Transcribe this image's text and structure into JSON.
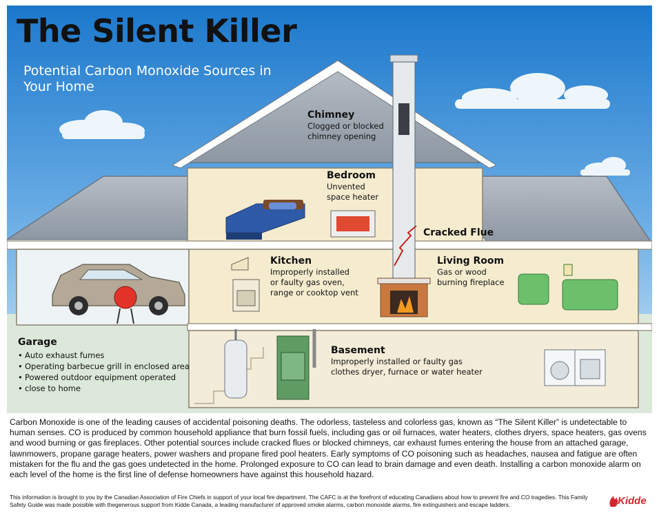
{
  "poster": {
    "title": "The Silent Killer",
    "subtitle": "Potential Carbon Monoxide Sources in Your Home"
  },
  "sources": {
    "chimney": {
      "heading": "Chimney",
      "detail_1": "Clogged or blocked",
      "detail_2": "chimney opening"
    },
    "bedroom": {
      "heading": "Bedroom",
      "detail_1": "Unvented",
      "detail_2": "space heater"
    },
    "cracked_flue": {
      "heading": "Cracked Flue"
    },
    "kitchen": {
      "heading": "Kitchen",
      "detail_1": "Improperly installed",
      "detail_2": "or faulty gas oven,",
      "detail_3": "range or cooktop vent"
    },
    "living_room": {
      "heading": "Living Room",
      "detail_1": "Gas or wood",
      "detail_2": "burning fireplace"
    },
    "garage": {
      "heading": "Garage",
      "items": [
        "Auto exhaust fumes",
        "Operating barbecue grill in enclosed area",
        "Powered outdoor equipment operated",
        "close to home"
      ]
    },
    "basement": {
      "heading": "Basement",
      "detail_1": "Improperly installed or faulty gas",
      "detail_2": "clothes dryer, furnace or water heater"
    }
  },
  "body_text": "Carbon Monoxide is one of the leading causes of accidental poisoning deaths. The odorless, tasteless and colorless gas, known as “The Silent Killer” is undetectable to human senses. CO is produced by common household appliance that burn fossil fuels, including gas or oil furnaces, water heaters, clothes dryers, space heaters, gas ovens and wood burning or gas fireplaces. Other potential sources include cracked flues or blocked chimneys, car exhaust fumes entering the house from an attached garage, lawnmowers, propane garage heaters, power washers and propane fired pool heaters. Early symptoms of CO poisoning such as headaches, nausea and fatigue are often mistaken for the flu and the gas goes undetected in the home. Prolonged exposure to CO can lead to brain damage and even death. Installing a carbon monoxide alarm on each level of the home is the first line of defense homeowners have against this household hazard.",
  "footer_text": "This information is brought to you by the Canadian Association of Fire Chiefs in support of your local fire department.  The CAFC is at the forefront of educating Canadians about how to prevent fire and CO tragedies.  This Family Safety Guide was made possible with thegenerous support from Kidde Canada, a leading manufacturer of approved smoke alarms, carbon monoxide alarms, fire extinguishers and escape ladders.",
  "logo": {
    "brand": "Kidde"
  },
  "colors": {
    "sky_top": "#1f7fd0",
    "sky_bottom": "#cfe6f7",
    "roof": "#9aa3ad",
    "wall": "#f4ecd2",
    "ground": "#dfeadb",
    "logo_red": "#d2262f"
  }
}
